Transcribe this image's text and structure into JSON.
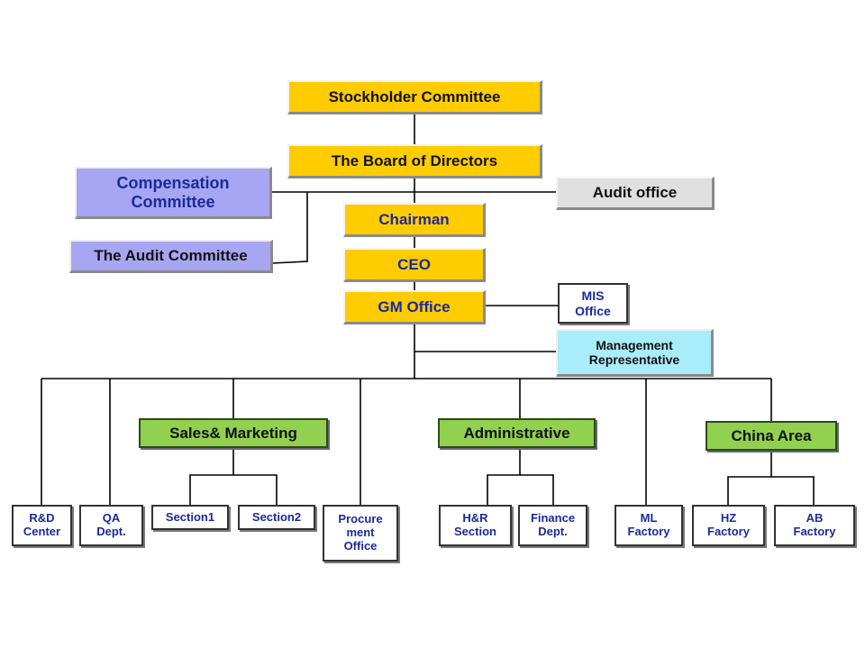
{
  "top": {
    "stockholder": "Stockholder Committee",
    "board": "The Board of Directors",
    "compensation": "Compensation\nCommittee",
    "audit_office": "Audit office",
    "audit_committee": "The Audit Committee",
    "chairman": "Chairman",
    "ceo": "CEO",
    "gm_office": "GM Office",
    "mis_office": "MIS\nOffice",
    "management_rep": "Management\nRepresentative"
  },
  "divisions": {
    "sales": "Sales& Marketing",
    "administrative": "Administrative",
    "china": "China Area"
  },
  "units": {
    "rd_center": "R&D\nCenter",
    "qa_dept": "QA\nDept.",
    "section1": "Section1",
    "section2": "Section2",
    "procurement": "Procure\nment\nOffice",
    "hr_section": "H&R\nSection",
    "finance": "Finance\nDept.",
    "ml_factory": "ML\nFactory",
    "hz_factory": "HZ\nFactory",
    "ab_factory": "AB\nFactory"
  },
  "colors": {
    "exec": "#ffcc00",
    "committee": "#a6a6f2",
    "audit": "#e0e0e0",
    "division": "#92d050",
    "management_rep": "#a9ecfa",
    "unit": "#ffffff"
  }
}
